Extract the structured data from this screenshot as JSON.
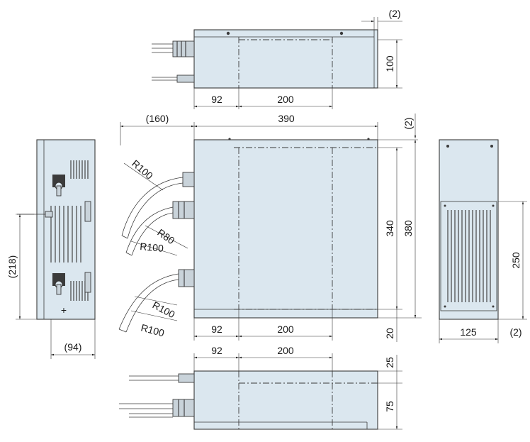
{
  "dimensions": {
    "top_gap": "(2)",
    "top_height": "100",
    "top_width_a": "92",
    "top_width_b": "200",
    "offset_160": "(160)",
    "width_390": "390",
    "right_gap": "(2)",
    "height_340": "340",
    "height_380": "380",
    "radius_1": "R100",
    "radius_2": "R80",
    "radius_3": "R100",
    "radius_4": "R100",
    "radius_5": "R100",
    "front_width_a": "92",
    "front_width_b": "200",
    "base_20": "20",
    "side_height": "(218)",
    "side_width": "(94)",
    "rear_height": "250",
    "rear_width": "125",
    "rear_gap": "(2)",
    "bottom_width_a": "92",
    "bottom_width_b": "200",
    "bottom_25": "25",
    "bottom_75": "75"
  },
  "colors": {
    "body": "#dbe7ef",
    "line": "#3a3a3a"
  }
}
